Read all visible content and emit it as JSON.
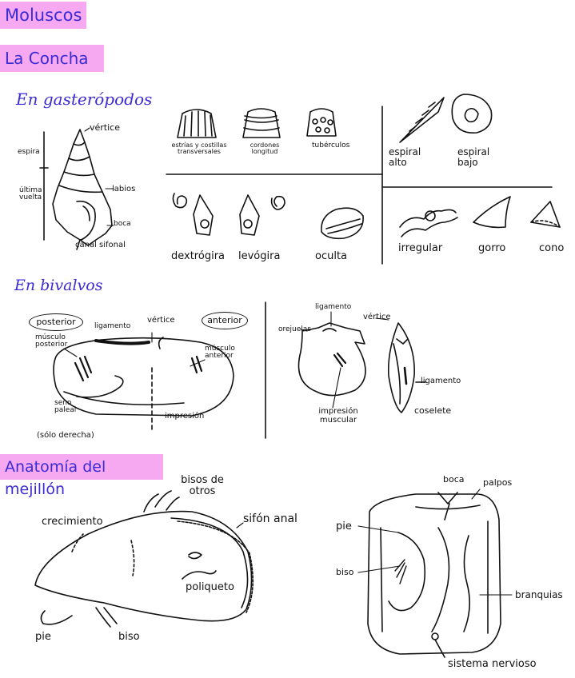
{
  "titles": {
    "main": "Moluscos",
    "concha": "La Concha",
    "mejillon": "Anatomía del mejillón"
  },
  "sections": {
    "gasteropodos": "En gasterópodos",
    "bivalvos": "En bivalvos"
  },
  "gastropod": {
    "vertice": "vértice",
    "espira": "espira",
    "ultima_vuelta": "última vuelta",
    "labios": "labios",
    "boca": "boca",
    "canal_sifonal": "canal sifonal"
  },
  "ornament": {
    "estrias": "estrías y costillas transversales",
    "cordones": "cordones longitud",
    "tuberculos": "tubérculos"
  },
  "spiral": {
    "alto": "espiral alto",
    "bajo": "espiral bajo"
  },
  "coiling": {
    "dextrogira": "dextrógira",
    "levogira": "levógira",
    "oculta": "oculta"
  },
  "shapes": {
    "irregular": "irregular",
    "gorro": "gorro",
    "cono": "cono"
  },
  "bivalve_left": {
    "posterior": "posterior",
    "anterior": "anterior",
    "ligamento": "ligamento",
    "vertice": "vértice",
    "musculo_posterior": "músculo posterior",
    "musculo_anterior": "músculo anterior",
    "seno_paleal": "seno paleal",
    "solo_derecha": "(sólo derecha)",
    "impresion": "impresión"
  },
  "bivalve_right": {
    "ligamento": "ligamento",
    "orejuelas": "orejuelas",
    "vertice": "vértice",
    "impresion_muscular": "impresión muscular",
    "ligamento2": "ligamento",
    "coselete": "coselete"
  },
  "mussel_ext": {
    "bisos_otros": "bisos de otros",
    "crecimiento": "crecimiento",
    "sifon_anal": "sifón anal",
    "poliqueto": "poliqueto",
    "pie": "pie",
    "biso": "biso"
  },
  "mussel_int": {
    "boca": "boca",
    "palpos": "palpos",
    "pie": "pie",
    "biso": "biso",
    "branquias": "branquias",
    "sistema_nervioso": "sistema nervioso"
  }
}
